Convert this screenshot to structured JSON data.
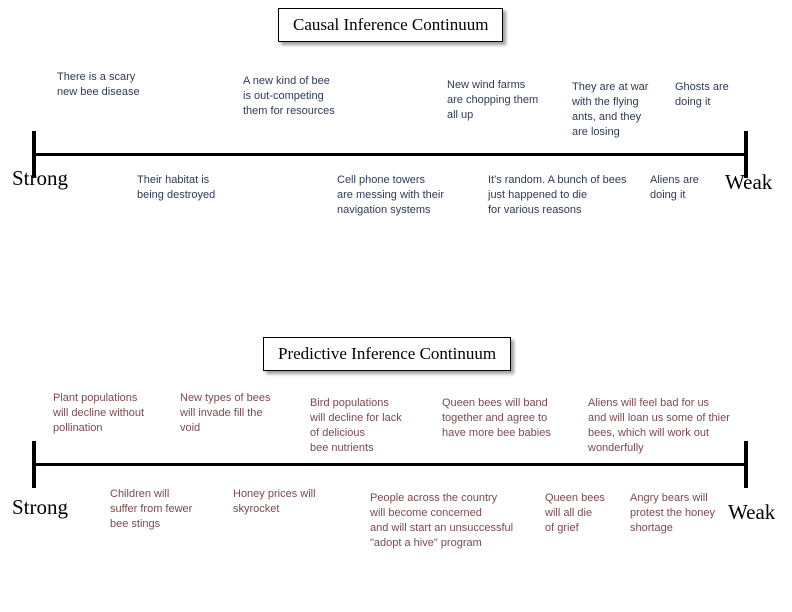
{
  "colors": {
    "causal_text": "#2e3a56",
    "predictive_text": "#7b4a4f",
    "axis": "#000000",
    "background": "#ffffff"
  },
  "continua": [
    {
      "id": "causal",
      "title": "Causal Inference Continuum",
      "left_endpoint": "Strong",
      "right_endpoint": "Weak",
      "above_items": [
        "There is a scary\nnew bee disease",
        "A new kind of bee\nis out-competing\nthem for resources",
        "New wind farms\nare chopping them\nall up",
        "They are at war\nwith the flying\nants, and they\nare losing",
        "Ghosts are\ndoing it"
      ],
      "below_items": [
        "Their habitat is\nbeing destroyed",
        "Cell phone towers\nare messing with their\nnavigation systems",
        "It's random. A bunch of bees\njust happened to die\nfor various reasons",
        "Aliens are\ndoing it"
      ]
    },
    {
      "id": "predictive",
      "title": "Predictive Inference Continuum",
      "left_endpoint": "Strong",
      "right_endpoint": "Weak",
      "above_items": [
        "Plant populations\nwill decline without\npollination",
        "New types of bees\nwill invade fill the\nvoid",
        "Bird populations\nwill decline for lack\nof delicious\nbee nutrients",
        "Queen bees will band\ntogether and agree to\nhave more bee babies",
        "Aliens will feel bad for us\nand will loan us some of thier\nbees, which will work out\nwonderfully"
      ],
      "below_items": [
        "Children will\nsuffer from fewer\nbee stings",
        "Honey prices will\nskyrocket",
        "People across the country\nwill become concerned\nand will start an unsuccessful\n\"adopt a hive\" program",
        "Queen bees\nwill all die\nof grief",
        "Angry bears will\nprotest the honey\nshortage"
      ]
    }
  ]
}
